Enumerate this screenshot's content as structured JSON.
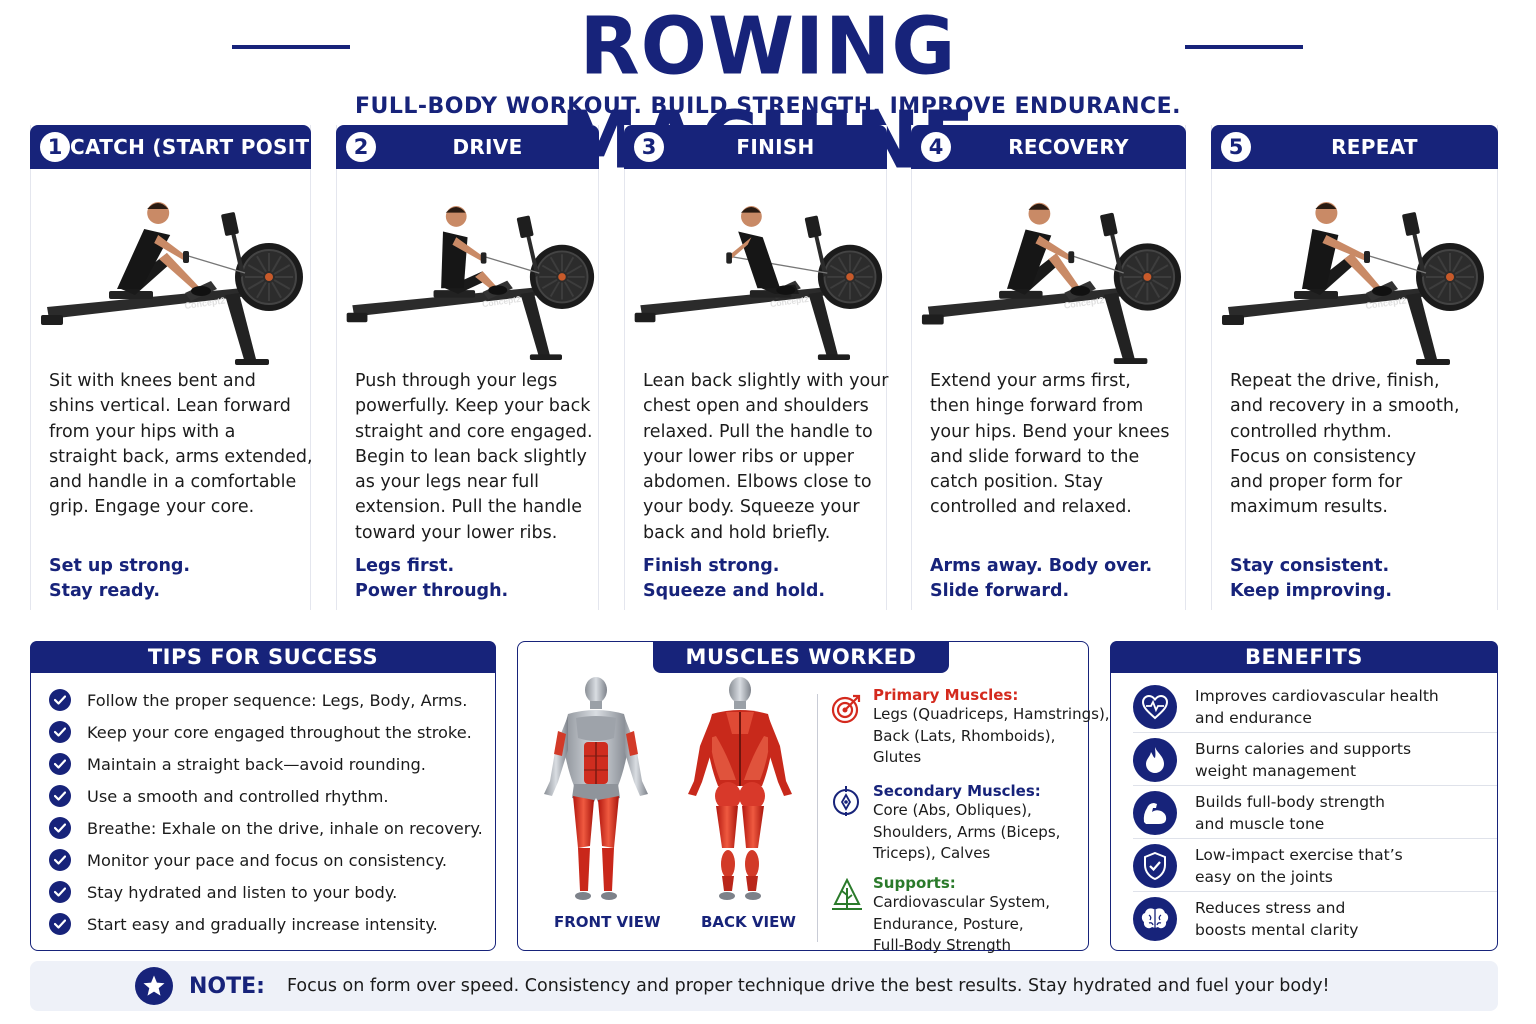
{
  "header": {
    "title": "ROWING MACHINE",
    "subtitle": "FULL-BODY WORKOUT. BUILD STRENGTH. IMPROVE ENDURANCE."
  },
  "steps": [
    {
      "number": "1",
      "title": "CATCH (START POSITION)",
      "phase": "catch",
      "desc": [
        "Sit with knees bent and",
        "shins vertical. Lean forward",
        "from your hips with a",
        "straight back, arms extended,",
        "and handle in a comfortable",
        "grip. Engage your core."
      ],
      "cue": [
        "Set up strong.",
        "Stay ready."
      ]
    },
    {
      "number": "2",
      "title": "DRIVE",
      "phase": "drive",
      "desc": [
        "Push through your legs",
        "powerfully. Keep your back",
        "straight and core engaged.",
        "Begin to lean back slightly",
        "as your legs near full",
        "extension. Pull the handle",
        "toward your lower ribs."
      ],
      "cue": [
        "Legs first.",
        "Power through."
      ]
    },
    {
      "number": "3",
      "title": "FINISH",
      "phase": "finish",
      "desc": [
        "Lean back slightly with your",
        "chest open and shoulders",
        "relaxed. Pull the handle to",
        "your lower ribs or upper",
        "abdomen. Elbows close to",
        "your body. Squeeze your",
        "back and hold briefly."
      ],
      "cue": [
        "Finish strong.",
        "Squeeze and hold."
      ]
    },
    {
      "number": "4",
      "title": "RECOVERY",
      "phase": "recovery",
      "desc": [
        "Extend your arms first,",
        "then hinge forward from",
        "your hips. Bend your knees",
        "and slide forward to the",
        "catch position. Stay",
        "controlled and relaxed."
      ],
      "cue": [
        "Arms away. Body over.",
        "Slide forward."
      ]
    },
    {
      "number": "5",
      "title": "REPEAT",
      "phase": "repeat",
      "desc": [
        "Repeat the drive, finish,",
        "and recovery in a smooth,",
        "controlled rhythm.",
        "Focus on consistency",
        "and proper form for",
        "maximum results."
      ],
      "cue": [
        "Stay consistent.",
        "Keep improving."
      ]
    }
  ],
  "machine_brand": "Concept2",
  "tips": {
    "title": "TIPS FOR SUCCESS",
    "items": [
      "Follow the proper sequence: Legs, Body, Arms.",
      "Keep your core engaged throughout the stroke.",
      "Maintain a straight back—avoid rounding.",
      "Use a smooth and controlled rhythm.",
      "Breathe: Exhale on the drive, inhale on recovery.",
      "Monitor your pace and focus on consistency.",
      "Stay hydrated and listen to your body.",
      "Start easy and gradually increase intensity."
    ]
  },
  "muscles": {
    "title": "MUSCLES WORKED",
    "front_label": "FRONT VIEW",
    "back_label": "BACK VIEW",
    "primary": {
      "title": "Primary Muscles:",
      "lines": [
        "Legs (Quadriceps, Hamstrings),",
        "Back (Lats, Rhomboids),",
        "Glutes"
      ],
      "icon": "target-icon",
      "color": "#d42a1e"
    },
    "secondary": {
      "title": "Secondary Muscles:",
      "lines": [
        "Core (Abs, Obliques),",
        "Shoulders, Arms (Biceps,",
        "Triceps), Calves"
      ],
      "icon": "compass-icon",
      "color": "#17237a"
    },
    "supports": {
      "title": "Supports:",
      "lines": [
        "Cardiovascular System,",
        "Endurance, Posture,",
        "Full-Body Strength"
      ],
      "icon": "tree-icon",
      "color": "#2a7a2a"
    }
  },
  "benefits": {
    "title": "BENEFITS",
    "items": [
      {
        "icon": "heart-pulse-icon",
        "lines": [
          "Improves cardiovascular health",
          "and endurance"
        ]
      },
      {
        "icon": "flame-icon",
        "lines": [
          "Burns calories and supports",
          "weight management"
        ]
      },
      {
        "icon": "flexed-arm-icon",
        "lines": [
          "Builds full-body strength",
          "and muscle tone"
        ]
      },
      {
        "icon": "shield-check-icon",
        "lines": [
          "Low-impact exercise that’s",
          "easy on the joints"
        ]
      },
      {
        "icon": "brain-icon",
        "lines": [
          "Reduces stress and",
          "boosts mental clarity"
        ]
      }
    ]
  },
  "note": {
    "label": "NOTE:",
    "text": "Focus on form over speed. Consistency and proper technique drive the best results. Stay hydrated and fuel your body!"
  },
  "colors": {
    "navy": "#17237a",
    "muscle_red": "#d42a1e",
    "support_green": "#2a7a2a",
    "note_bg": "#eef1f8"
  }
}
